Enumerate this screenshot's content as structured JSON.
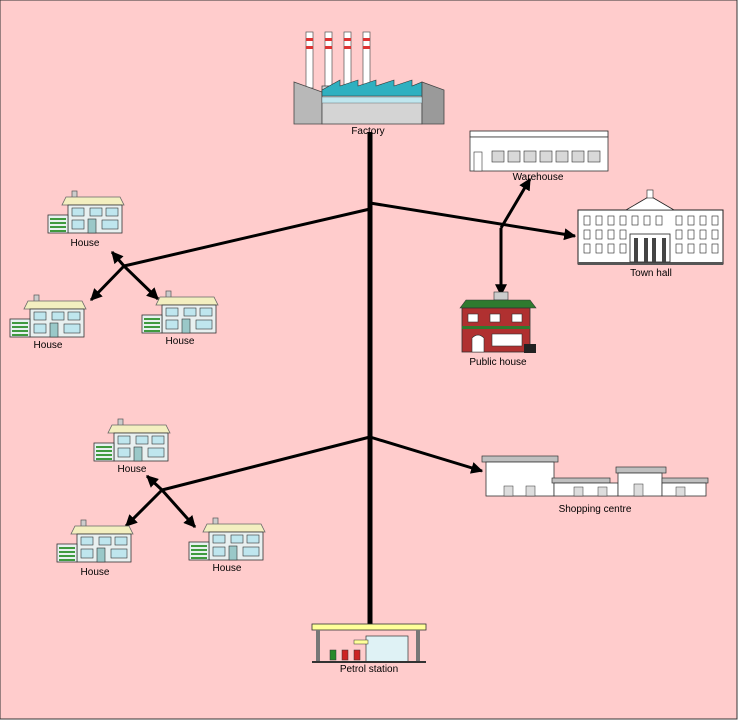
{
  "colors": {
    "background": "#ffcccc",
    "connector": "#000000",
    "roof": "#f3efc0",
    "window": "#bfe6ee",
    "garage": "#3f9a3f",
    "factory_roof": "#2fb0c0",
    "pub_wall": "#b03030",
    "pub_roof": "#2f7a2f"
  },
  "nodes": {
    "factory": {
      "label": "Factory",
      "icon": "factory-icon"
    },
    "warehouse": {
      "label": "Warehouse",
      "icon": "warehouse-icon"
    },
    "town_hall": {
      "label": "Town hall",
      "icon": "town-hall-icon"
    },
    "public_house": {
      "label": "Public house",
      "icon": "pub-icon"
    },
    "shopping_centre": {
      "label": "Shopping centre",
      "icon": "shop-icon"
    },
    "petrol_station": {
      "label": "Petrol station",
      "icon": "petrol-station-icon"
    },
    "houses": [
      {
        "label": "House",
        "icon": "house-icon"
      },
      {
        "label": "House",
        "icon": "house-icon"
      },
      {
        "label": "House",
        "icon": "house-icon"
      },
      {
        "label": "House",
        "icon": "house-icon"
      },
      {
        "label": "House",
        "icon": "house-icon"
      },
      {
        "label": "House",
        "icon": "house-icon"
      }
    ]
  }
}
